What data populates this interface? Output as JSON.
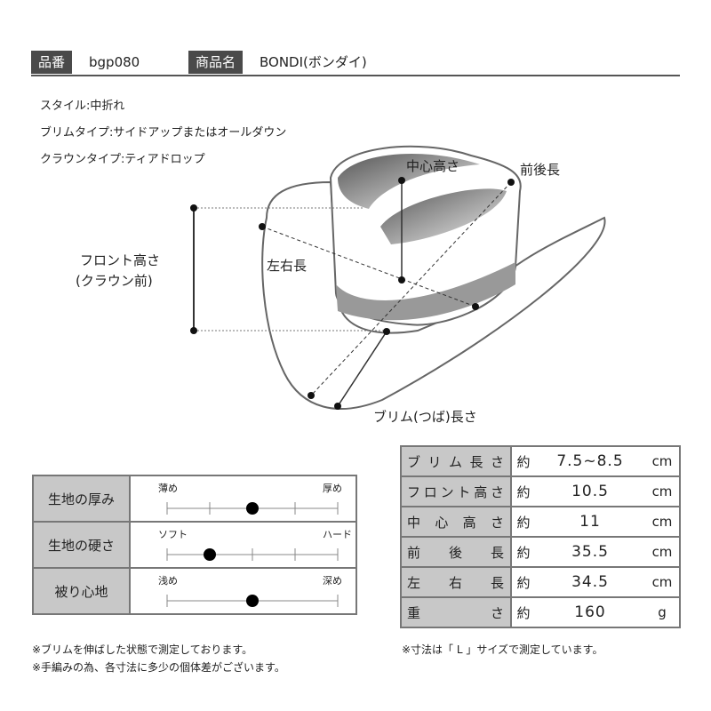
{
  "header": {
    "code_label": "品番",
    "code_value": "bgp080",
    "name_label": "商品名",
    "name_value": "BONDI(ボンダイ)"
  },
  "specs": [
    "スタイル:中折れ",
    "ブリムタイプ:サイドアップまたはオールダウン",
    "クラウンタイプ:ティアドロップ"
  ],
  "diagram": {
    "center_height": "中心高さ",
    "front_back": "前後長",
    "left_right": "左右長",
    "front_height_1": "フロント高さ",
    "front_height_2": "(クラウン前)",
    "brim_length": "ブリム(つば)長さ"
  },
  "scales": [
    {
      "label": "生地の厚み",
      "left": "薄め",
      "right": "厚め",
      "value": 2,
      "max": 4,
      "inner_ticks": true
    },
    {
      "label": "生地の硬さ",
      "left": "ソフト",
      "right": "ハード",
      "value": 1,
      "max": 4,
      "inner_ticks": true
    },
    {
      "label": "被り心地",
      "left": "浅め",
      "right": "深め",
      "value": 2,
      "max": 4,
      "inner_ticks": false
    }
  ],
  "measurements": [
    {
      "name": "ブリム長さ",
      "approx": "約",
      "value": "7.5~8.5",
      "unit": "cm"
    },
    {
      "name": "フロント高さ",
      "approx": "約",
      "value": "10.5",
      "unit": "cm"
    },
    {
      "name": "中心高さ",
      "approx": "約",
      "value": "11",
      "unit": "cm"
    },
    {
      "name": "前後長",
      "approx": "約",
      "value": "35.5",
      "unit": "cm"
    },
    {
      "name": "左右長",
      "approx": "約",
      "value": "34.5",
      "unit": "cm"
    },
    {
      "name": "重さ",
      "approx": "約",
      "value": "160",
      "unit": "g"
    }
  ],
  "notes": {
    "n1": "※ブリムを伸ばした状態で測定しております。",
    "n2": "※手編みの為、各寸法に多少の個体差がございます。",
    "n3": "※寸法は「 L 」サイズで測定しています。"
  }
}
